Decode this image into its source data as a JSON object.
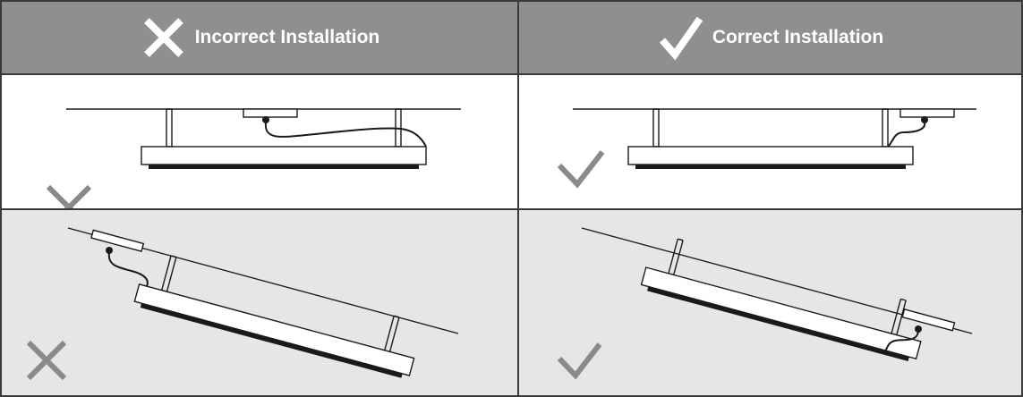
{
  "header": {
    "incorrect_label": "Incorrect Installation",
    "correct_label": "Correct Installation",
    "incorrect_icon": "x-mark-icon",
    "correct_icon": "check-mark-icon"
  },
  "colors": {
    "header_bg": "#8f8f8f",
    "header_text": "#ffffff",
    "bottom_row_bg": "#e5e6e8",
    "mark_gray": "#8a8a8a",
    "line": "#1a1a1a"
  },
  "panels": [
    {
      "id": "incorrect-flat",
      "verdict": "incorrect",
      "mount": "flat"
    },
    {
      "id": "correct-flat",
      "verdict": "correct",
      "mount": "flat"
    },
    {
      "id": "incorrect-sloped",
      "verdict": "incorrect",
      "mount": "sloped"
    },
    {
      "id": "correct-sloped",
      "verdict": "correct",
      "mount": "sloped"
    }
  ]
}
